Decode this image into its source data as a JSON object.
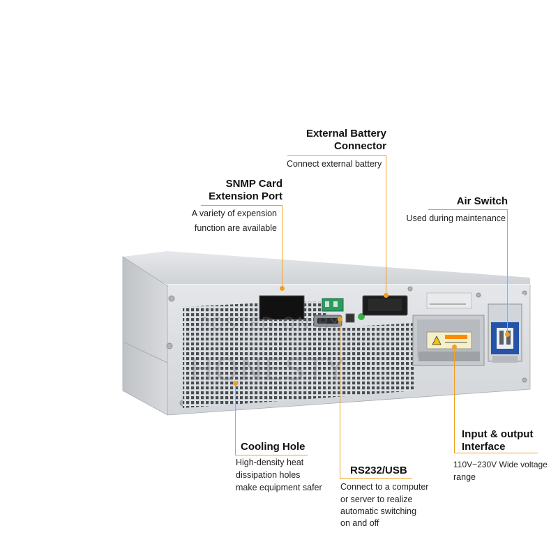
{
  "callouts": {
    "battery": {
      "title_line1": "External Battery",
      "title_line2": "Connector",
      "desc": "Connect external battery"
    },
    "snmp": {
      "title_line1": "SNMP Card",
      "title_line2": "Extension Port",
      "desc_line1": "A variety of expension",
      "desc_line2": "function are available"
    },
    "air_switch": {
      "title": "Air Switch",
      "desc": "Used during maintenance"
    },
    "cooling": {
      "title": "Cooling Hole",
      "desc_line1": "High-density heat",
      "desc_line2": "dissipation holes",
      "desc_line3": "make equipment safer"
    },
    "rs232": {
      "title": "RS232/USB",
      "desc_line1": "Connect to a computer",
      "desc_line2": "or server to realize",
      "desc_line3": "automatic switching",
      "desc_line4": "on and off"
    },
    "io": {
      "title_line1": "Input & output",
      "title_line2": "Interface",
      "desc_line1": "110V~230V Wide voltage",
      "desc_line2": "range"
    }
  },
  "watermark": {
    "line1": "POSTED ON BY",
    "line2": "HONESTY"
  },
  "colors": {
    "accent": "#f0a020",
    "chassis": "#d6d8dc",
    "chassis_dark": "#b9bcc1"
  }
}
